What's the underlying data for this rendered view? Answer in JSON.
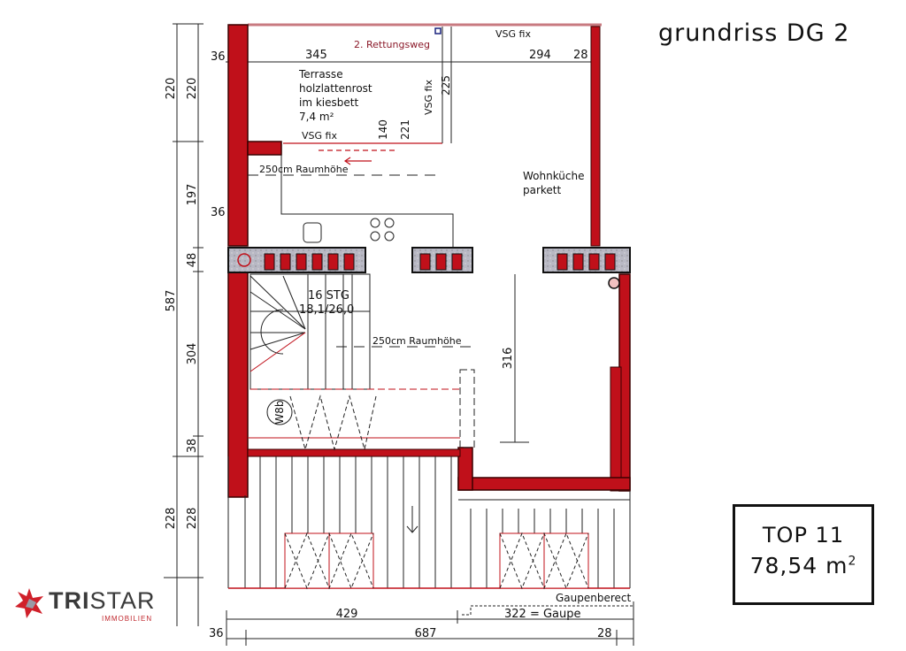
{
  "title": "grundriss DG 2",
  "unit": {
    "name": "TOP 11",
    "area_value": "78,54 m",
    "area_sup": "2"
  },
  "logo": {
    "brand_bold": "TRI",
    "brand_light": "STAR",
    "subtitle": "IMMOBILIEN"
  },
  "colors": {
    "wall": "#c0101a",
    "wall_outline": "#3a0000",
    "chimney_fill": "#b8b8c4",
    "line": "#222222",
    "accent_text": "#8b1a2a"
  },
  "rooms": {
    "terrace": {
      "line1": "Terrasse",
      "line2": "holzlattenrost",
      "line3": "im kiesbett",
      "line4": "7,4 m²"
    },
    "living": {
      "line1": "Wohnküche",
      "line2": "parkett"
    },
    "stairs": {
      "line1": "16 STG",
      "line2": "18,1/26,0"
    }
  },
  "annotations": {
    "escape_route": "2. Rettungsweg",
    "vsg_fix_top": "VSG fix",
    "vsg_fix_vertical": "VSG fix",
    "vsg_fix_terrace": "VSG fix",
    "room_height_1": "250cm Raumhöhe",
    "room_height_2": "250cm Raumhöhe",
    "heating_label": "W8b",
    "dormer_area": "Gaupenberect",
    "dormer": "322 = Gaupe"
  },
  "dimensions": {
    "left_outer": [
      "220",
      "587",
      "228"
    ],
    "left_inner": [
      "220",
      "197",
      "48",
      "304",
      "38",
      "228"
    ],
    "left_wall": [
      "36",
      "36"
    ],
    "top": [
      "345",
      "294",
      "28"
    ],
    "top_wall": "36",
    "terrace_inner": [
      "140",
      "221",
      "225"
    ],
    "living_height": "316",
    "bottom_row1": [
      "429"
    ],
    "bottom_row2": [
      "36",
      "687",
      "28"
    ]
  }
}
